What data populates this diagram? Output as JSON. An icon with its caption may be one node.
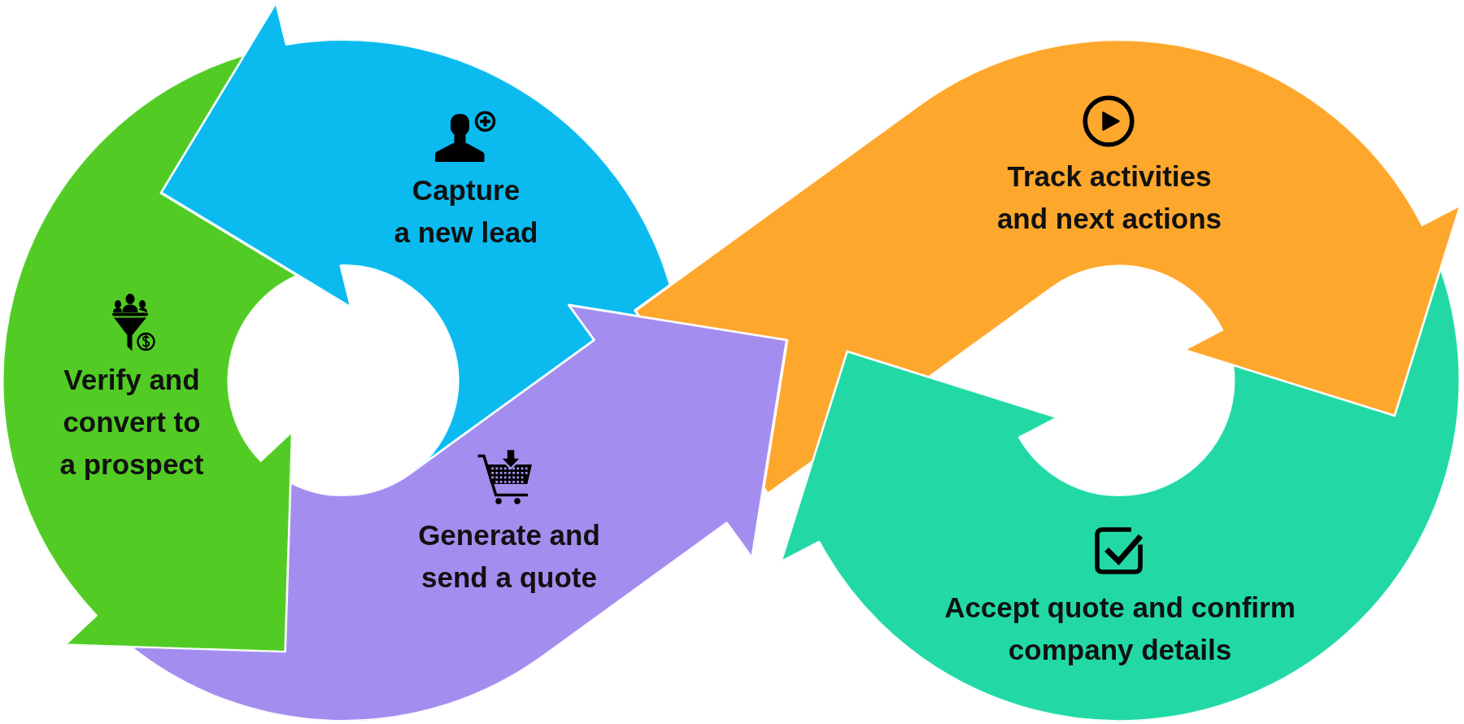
{
  "diagram": {
    "nodes": [
      {
        "text": [
          "Capture a new lead"
        ]
      },
      {
        "text": [
          "Verify and convert to a prospect"
        ]
      },
      {
        "text": [
          "Generate and send a quote"
        ]
      },
      {
        "text": [
          "Track activities and next actions"
        ]
      },
      {
        "text": [
          "Accept quote and confirm company details"
        ]
      }
    ]
  }
}
